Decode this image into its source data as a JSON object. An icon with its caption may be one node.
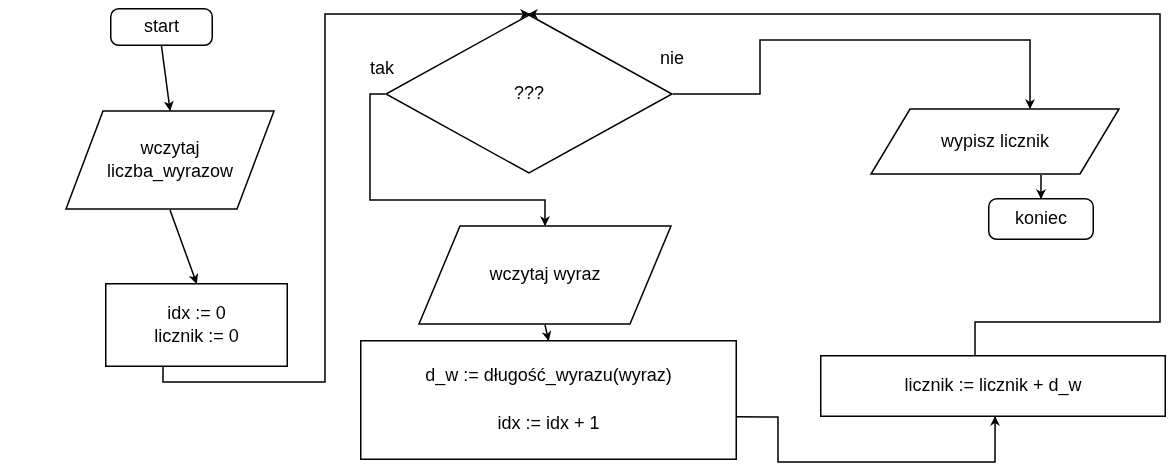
{
  "diagram": {
    "nodes": [
      {
        "text": [
          "start"
        ]
      },
      {
        "text": [
          "wczytaj liczba_wyrazow"
        ]
      },
      {
        "text": [
          "idx := 0 licznik := 0"
        ]
      },
      {
        "text": [
          "???"
        ]
      },
      {
        "text": [
          "wczytaj wyraz"
        ]
      },
      {
        "text": [
          "d_w := długość_wyrazu(wyraz)",
          "idx := idx + 1"
        ]
      },
      {
        "text": [
          "licznik := licznik + d_w"
        ]
      },
      {
        "text": [
          "wypisz licznik"
        ]
      },
      {
        "text": [
          "koniec"
        ]
      }
    ],
    "edges": [
      {
        "from": 0,
        "to": 1,
        "arrow": "to"
      },
      {
        "from": 1,
        "to": 2,
        "arrow": "to"
      },
      {
        "from": 2,
        "to": 3,
        "arrow": "to"
      },
      {
        "from": 3,
        "to": 4,
        "arrow": "to",
        "label": "tak"
      },
      {
        "from": 3,
        "to": 7,
        "arrow": "to",
        "label": "nie"
      },
      {
        "from": 4,
        "to": 5,
        "arrow": "to"
      },
      {
        "from": 5,
        "to": 6,
        "arrow": "to"
      },
      {
        "from": 6,
        "to": 3,
        "arrow": "to"
      },
      {
        "from": 7,
        "to": 8,
        "arrow": "to"
      }
    ]
  }
}
